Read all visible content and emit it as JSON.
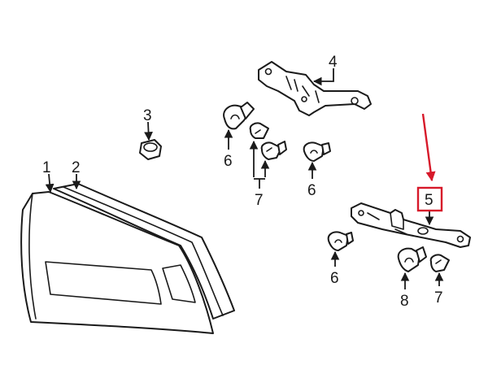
{
  "callouts": {
    "c1": "1",
    "c2": "2",
    "c3": "3",
    "c4": "4",
    "c5": "5",
    "c6a": "6",
    "c6b": "6",
    "c6c": "6",
    "c7a": "7",
    "c7b": "7",
    "c8": "8"
  },
  "colors": {
    "line": "#1a1a1a",
    "highlight": "#d7192a",
    "background": "#ffffff"
  }
}
